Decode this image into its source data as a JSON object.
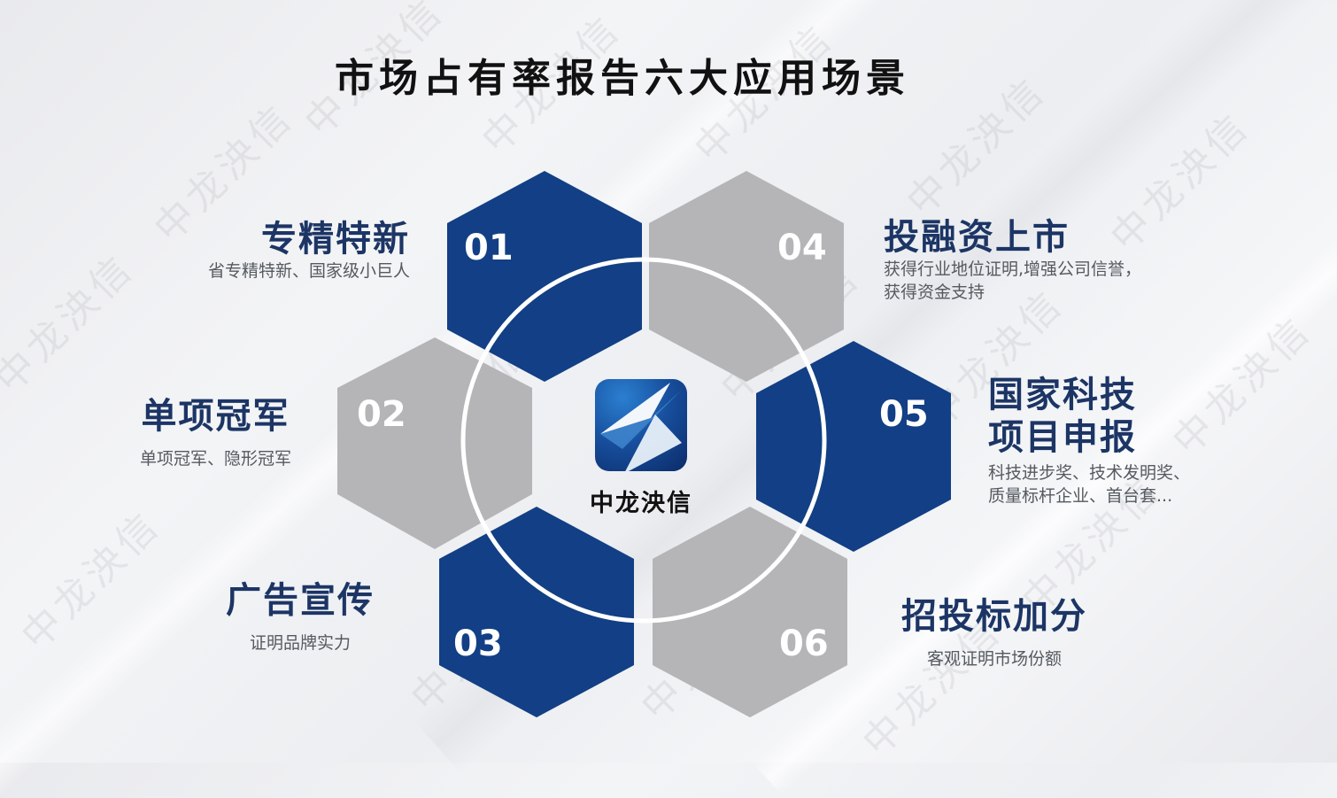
{
  "title": "市场占有率报告六大应用场景",
  "brand": {
    "name": "中龙泱信",
    "logo_icon": "zhonglong-logo-icon"
  },
  "watermark": "中龙泱信",
  "colors": {
    "blue": "#123f85",
    "gray": "#b5b5b7",
    "heading": "#1c3565",
    "subtext": "#555a60"
  },
  "scenarios": [
    {
      "num": "01",
      "title": "专精特新",
      "desc": [
        "省专精特新、国家级小巨人"
      ],
      "color": "blue"
    },
    {
      "num": "02",
      "title": "单项冠军",
      "desc": [
        "单项冠军、隐形冠军"
      ],
      "color": "gray"
    },
    {
      "num": "03",
      "title": "广告宣传",
      "desc": [
        "证明品牌实力"
      ],
      "color": "blue"
    },
    {
      "num": "04",
      "title": "投融资上市",
      "desc": [
        "获得行业地位证明,增强公司信誉，",
        "获得资金支持"
      ],
      "color": "gray"
    },
    {
      "num": "05",
      "title": [
        "国家科技",
        "项目申报"
      ],
      "desc": [
        "科技进步奖、技术发明奖、",
        "质量标杆企业、首台套..."
      ],
      "color": "blue"
    },
    {
      "num": "06",
      "title": "招投标加分",
      "desc": [
        "客观证明市场份额"
      ],
      "color": "gray"
    }
  ]
}
